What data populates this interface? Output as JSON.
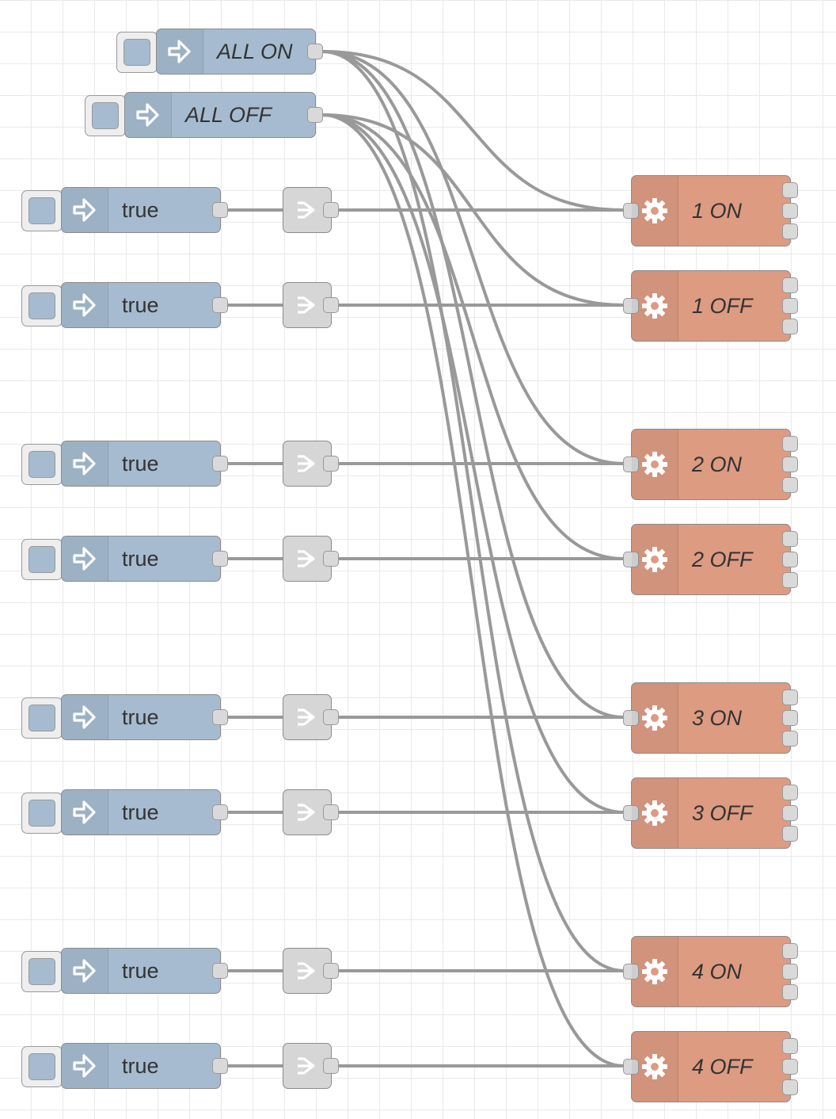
{
  "colors": {
    "inject_node": "#a6bbcf",
    "exec_node": "#dd9b82",
    "unused_node": "#d6d6d6",
    "wire": "#999999",
    "grid": "#e9e9e9"
  },
  "icons": {
    "inject": "arrow-in-icon",
    "unused": "split-arrow-icon",
    "exec": "cog-icon"
  },
  "flow": {
    "all_on": {
      "label": "ALL ON"
    },
    "all_off": {
      "label": "ALL OFF"
    },
    "rows": [
      {
        "inject_label": "true",
        "exec_label": "1 ON"
      },
      {
        "inject_label": "true",
        "exec_label": "1 OFF"
      },
      {
        "inject_label": "true",
        "exec_label": "2 ON"
      },
      {
        "inject_label": "true",
        "exec_label": "2 OFF"
      },
      {
        "inject_label": "true",
        "exec_label": "3 ON"
      },
      {
        "inject_label": "true",
        "exec_label": "3 OFF"
      },
      {
        "inject_label": "true",
        "exec_label": "4 ON"
      },
      {
        "inject_label": "true",
        "exec_label": "4 OFF"
      }
    ]
  }
}
